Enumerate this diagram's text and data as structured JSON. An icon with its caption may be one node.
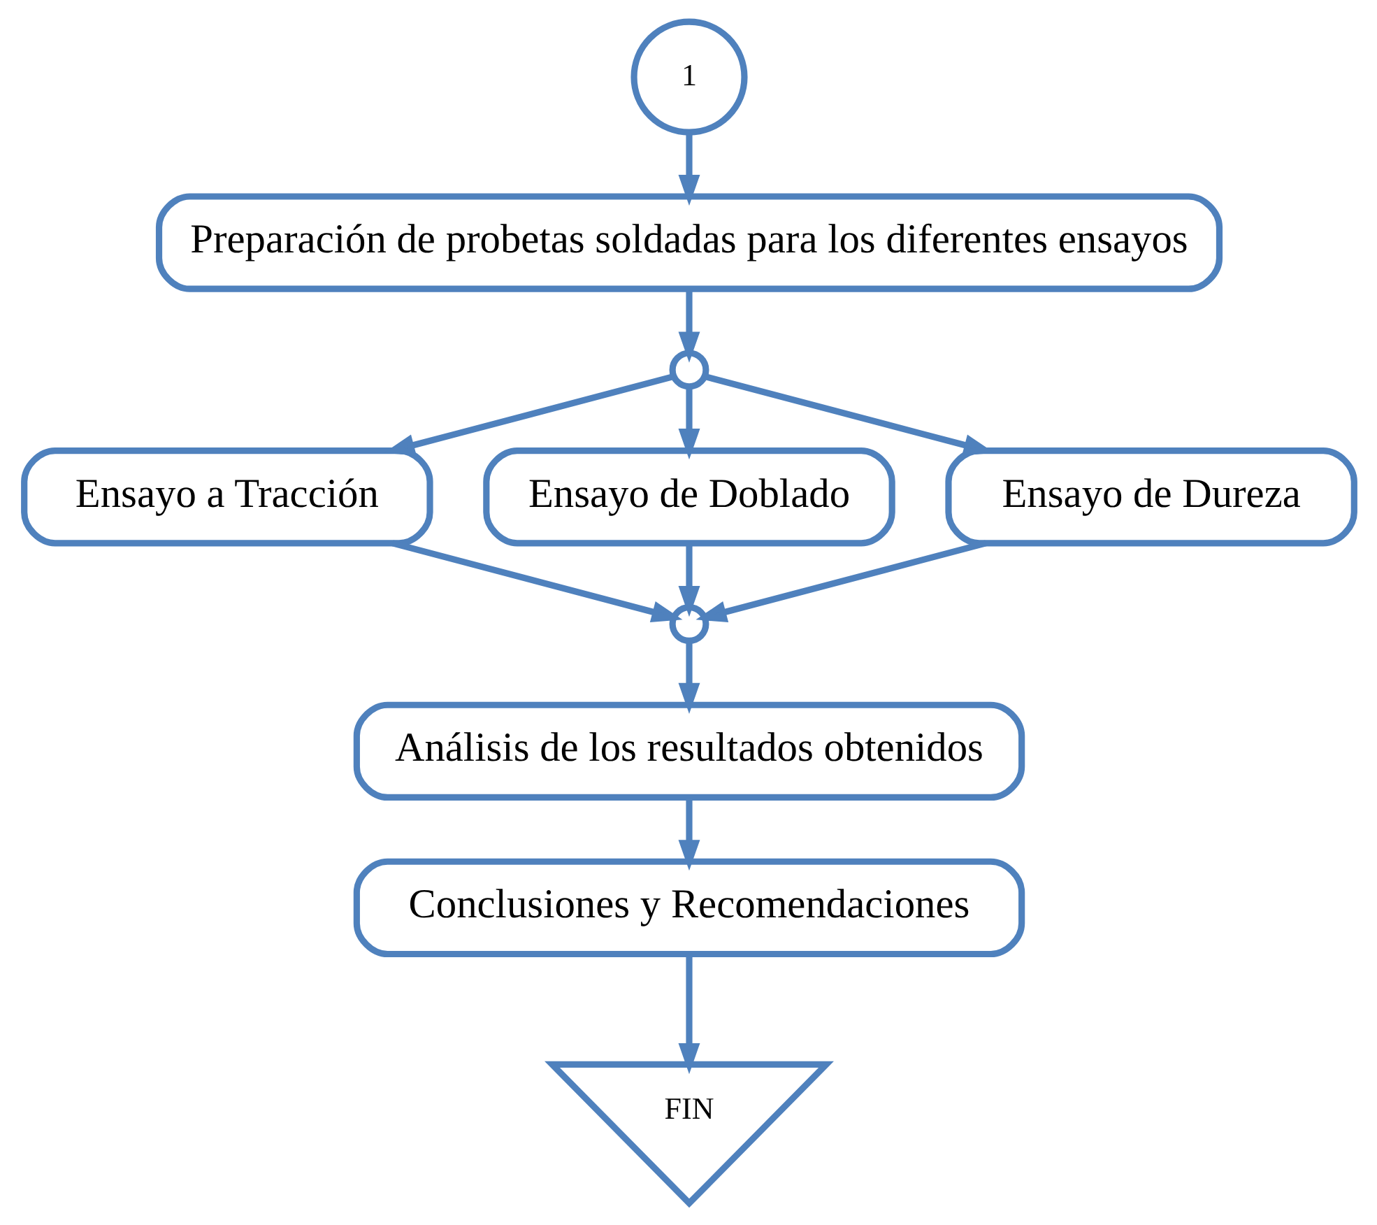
{
  "diagram": {
    "nodes": [
      {
        "text": [
          "1"
        ]
      },
      {
        "text": [
          "Preparación de probetas soldadas para los diferentes ensayos"
        ]
      },
      {
        "text": [],
        "shape": "circle"
      },
      {
        "text": [
          "Ensayo a Tracción"
        ]
      },
      {
        "text": [
          "Ensayo de Doblado"
        ]
      },
      {
        "text": [
          "Ensayo de Dureza"
        ]
      },
      {
        "text": [],
        "shape": "circle"
      },
      {
        "text": [
          "Análisis de los resultados obtenidos"
        ]
      },
      {
        "text": [
          "Conclusiones y Recomendaciones"
        ]
      },
      {
        "text": [
          "FIN"
        ]
      }
    ],
    "edges": [
      {
        "from": 0,
        "to": 1,
        "arrow": "to"
      },
      {
        "from": 1,
        "to": 2,
        "arrow": "to"
      },
      {
        "from": 2,
        "to": 3,
        "arrow": "to"
      },
      {
        "from": 2,
        "to": 4,
        "arrow": "to"
      },
      {
        "from": 2,
        "to": 5,
        "arrow": "to"
      },
      {
        "from": 3,
        "to": 6,
        "arrow": "to"
      },
      {
        "from": 4,
        "to": 6,
        "arrow": "to"
      },
      {
        "from": 5,
        "to": 6,
        "arrow": "to"
      },
      {
        "from": 6,
        "to": 7,
        "arrow": "to"
      },
      {
        "from": 7,
        "to": 8,
        "arrow": "to"
      },
      {
        "from": 8,
        "to": 9,
        "arrow": "to"
      }
    ]
  }
}
